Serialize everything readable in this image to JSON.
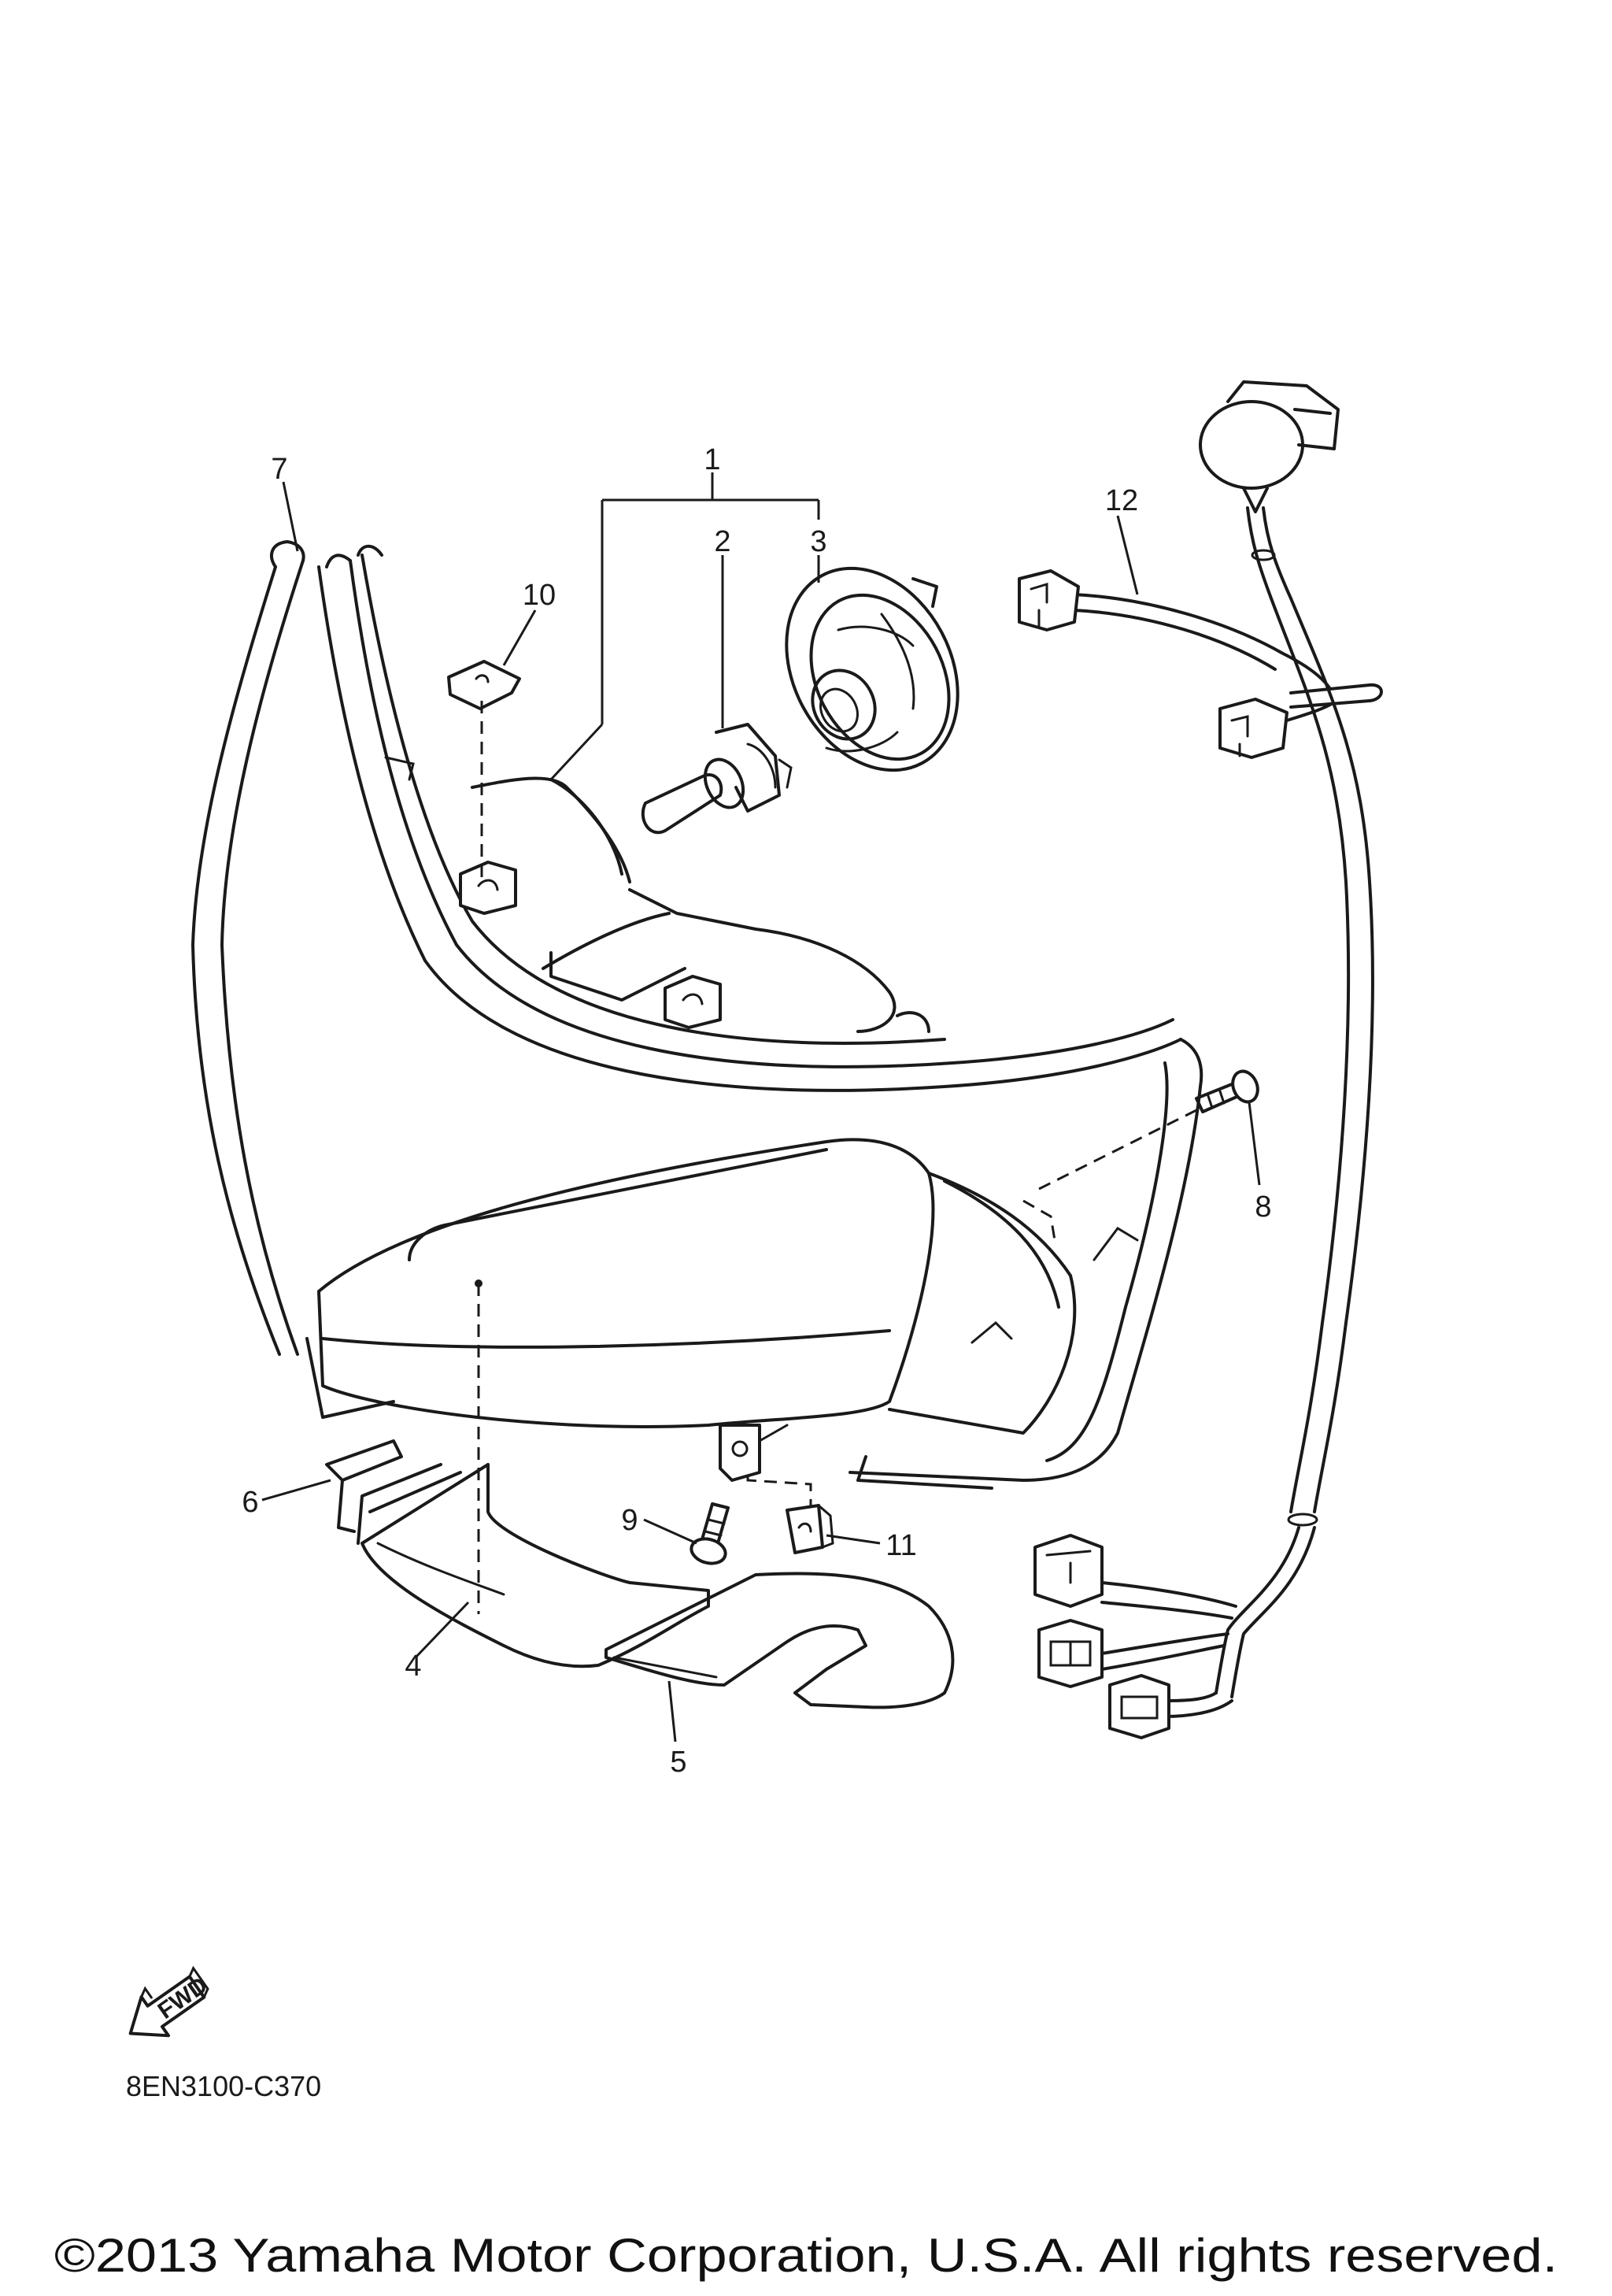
{
  "callouts": {
    "c1": "1",
    "c2": "2",
    "c3": "3",
    "c4": "4",
    "c5": "5",
    "c6": "6",
    "c7": "7",
    "c8": "8",
    "c9": "9",
    "c10": "10",
    "c11": "11",
    "c12": "12"
  },
  "fwd_label": "FWD",
  "diagram_code": "8EN3100-C370",
  "copyright": "©2013 Yamaha Motor Corporation, U.S.A. All rights reserved.",
  "colors": {
    "line": "#1a1a1a",
    "background": "#ffffff"
  },
  "icons": {
    "forward_arrow": "fwd-arrow-icon"
  }
}
